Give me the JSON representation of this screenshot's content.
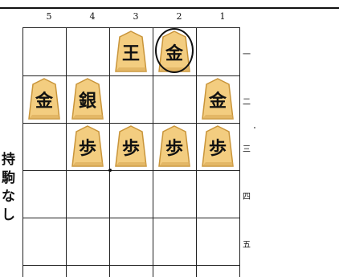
{
  "file_labels": [
    "5",
    "4",
    "3",
    "2",
    "1"
  ],
  "rank_labels": [
    "一",
    "二",
    "三",
    "四",
    "五"
  ],
  "pieces": [
    {
      "file": "3",
      "rank": "一",
      "label": "王",
      "type": "king",
      "side": "black"
    },
    {
      "file": "2",
      "rank": "一",
      "label": "金",
      "type": "gold",
      "side": "black",
      "highlighted": true
    },
    {
      "file": "5",
      "rank": "二",
      "label": "金",
      "type": "gold",
      "side": "black"
    },
    {
      "file": "4",
      "rank": "二",
      "label": "銀",
      "type": "silver-promoted-style",
      "side": "black"
    },
    {
      "file": "1",
      "rank": "二",
      "label": "金",
      "type": "gold",
      "side": "black"
    },
    {
      "file": "4",
      "rank": "三",
      "label": "歩",
      "type": "pawn",
      "side": "black"
    },
    {
      "file": "3",
      "rank": "三",
      "label": "歩",
      "type": "pawn",
      "side": "black"
    },
    {
      "file": "2",
      "rank": "三",
      "label": "歩",
      "type": "pawn",
      "side": "black"
    },
    {
      "file": "1",
      "rank": "三",
      "label": "歩",
      "type": "pawn",
      "side": "black"
    }
  ],
  "side_text": "持駒なし",
  "colors": {
    "piece_fill": "#f3cd80",
    "piece_edge": "#c9953a",
    "glyph": "#111111",
    "grid": "#222222"
  }
}
